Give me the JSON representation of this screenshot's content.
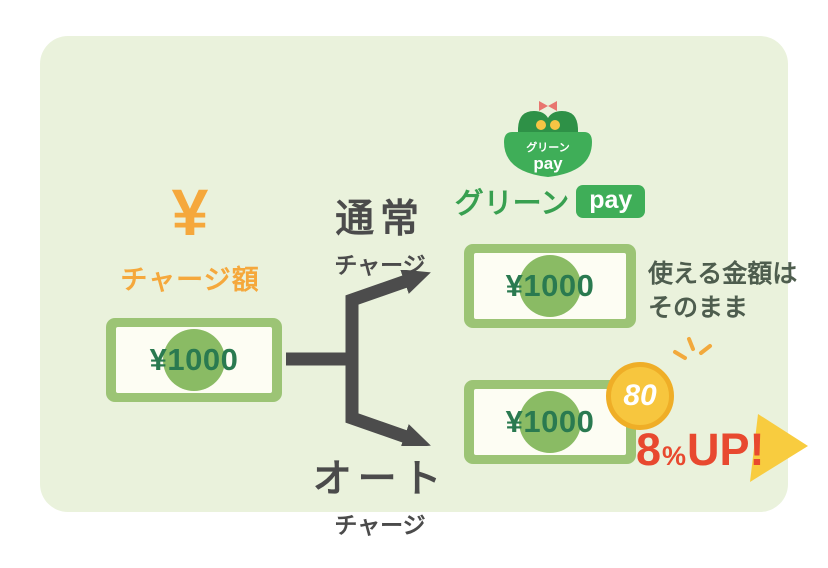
{
  "source": {
    "yen_symbol": "¥",
    "label": "チャージ額",
    "banknote_value": "¥1000"
  },
  "branch_normal": {
    "main": "通常",
    "sub": "チャージ"
  },
  "branch_auto": {
    "main": "オート",
    "sub": "チャージ"
  },
  "brand": {
    "purse_label_top": "グリーン",
    "purse_label_bottom": "pay",
    "logo_name": "グリーン",
    "logo_badge": "pay"
  },
  "result_normal": {
    "banknote_value": "¥1000",
    "note_line1": "使える金額は",
    "note_line2": "そのまま"
  },
  "result_auto": {
    "banknote_value": "¥1000",
    "coin_value": "80",
    "bonus_prefix": "8",
    "bonus_percent": "%",
    "bonus_suffix": "UP!"
  },
  "colors": {
    "card_bg": "#eaf2dc",
    "accent_orange": "#f5a83c",
    "arrow_gray": "#4c4c4c",
    "banknote_frame": "#9cc475",
    "banknote_text": "#2a7a50",
    "brand_green": "#3fae58",
    "coin_gold": "#f7c63e",
    "bonus_red": "#e8492f",
    "burst_yellow": "#f8cc3f"
  }
}
